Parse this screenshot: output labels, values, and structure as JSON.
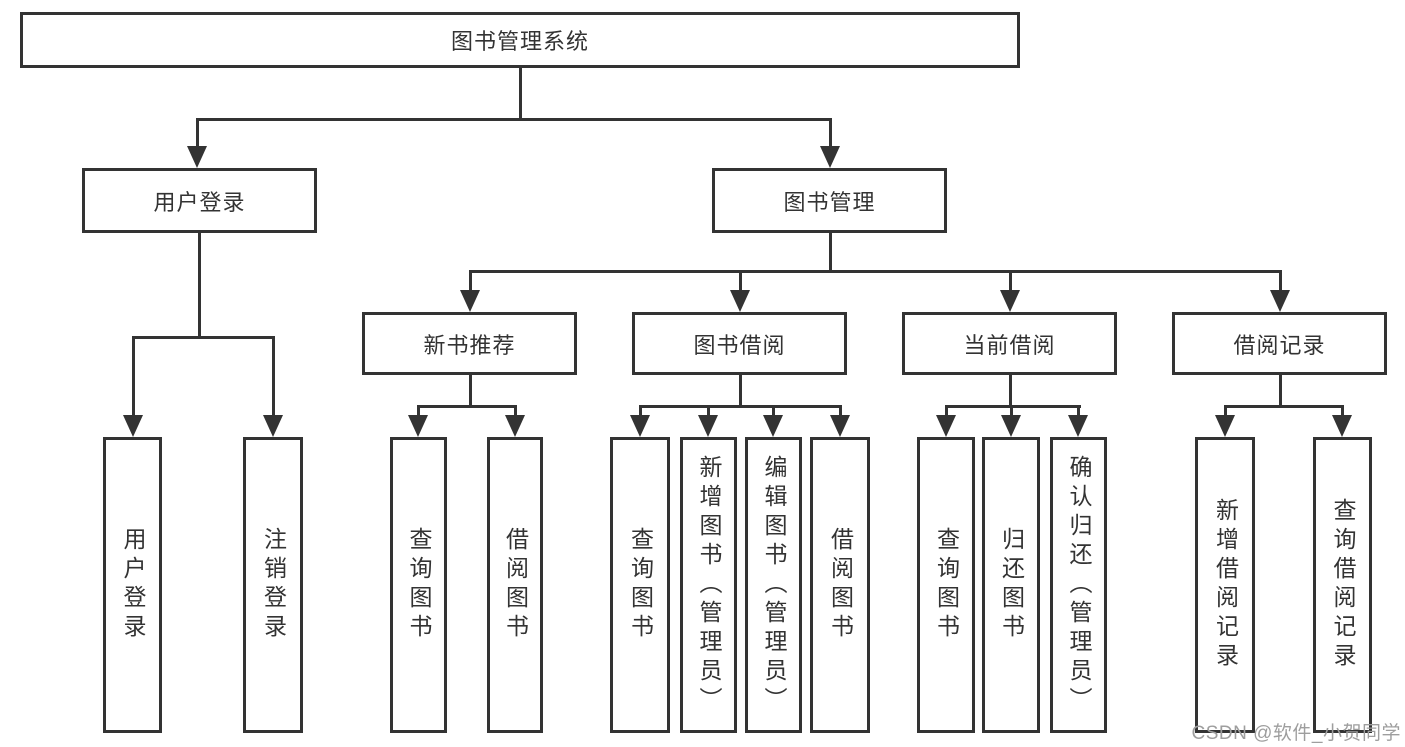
{
  "diagram": {
    "title": "图书管理系统",
    "branches": [
      {
        "label": "用户登录",
        "children": [
          {
            "label": "用户登录"
          },
          {
            "label": "注销登录"
          }
        ]
      },
      {
        "label": "图书管理",
        "children": [
          {
            "label": "新书推荐",
            "children": [
              {
                "label": "查询图书"
              },
              {
                "label": "借阅图书"
              }
            ]
          },
          {
            "label": "图书借阅",
            "children": [
              {
                "label": "查询图书"
              },
              {
                "label": "新增图书（管理员）"
              },
              {
                "label": "编辑图书（管理员）"
              },
              {
                "label": "借阅图书"
              }
            ]
          },
          {
            "label": "当前借阅",
            "children": [
              {
                "label": "查询图书"
              },
              {
                "label": "归还图书"
              },
              {
                "label": "确认归还（管理员）"
              }
            ]
          },
          {
            "label": "借阅记录",
            "children": [
              {
                "label": "新增借阅记录"
              },
              {
                "label": "查询借阅记录"
              }
            ]
          }
        ]
      }
    ]
  },
  "watermark": {
    "text": "CSDN @软件_小贺同学"
  },
  "colors": {
    "line": "#333333",
    "text": "#333333",
    "background": "#ffffff",
    "watermark": "#9e9e9e"
  }
}
